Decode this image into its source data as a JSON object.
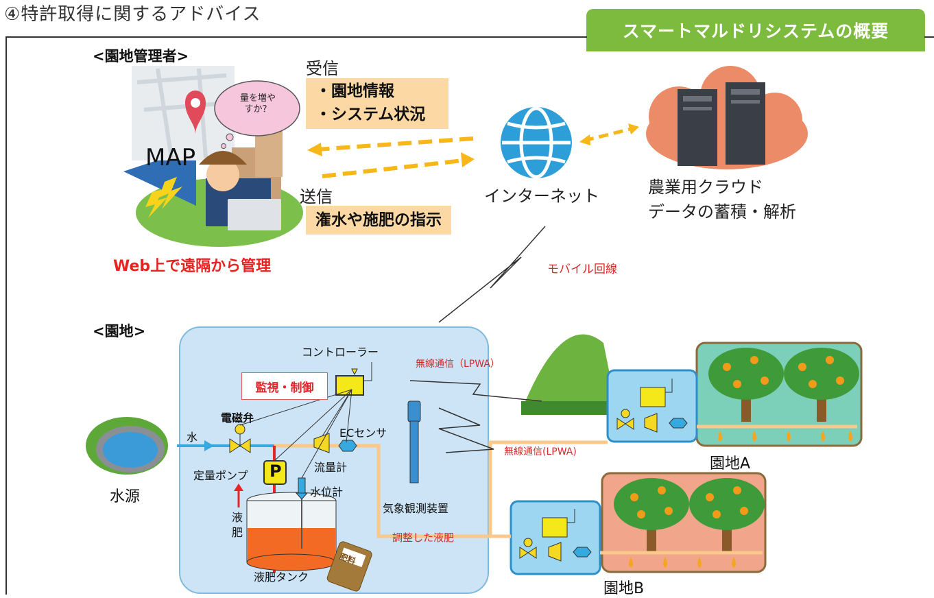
{
  "page_title": "④特許取得に関するアドバイス",
  "badge_title": "スマートマルドリシステムの概要",
  "manager": {
    "heading": "<園地管理者>",
    "map_label": "MAP",
    "thought_bubble": [
      "量を増や",
      "すか？"
    ],
    "caption": "Web上で遠隔から管理"
  },
  "receive": {
    "title": "受信",
    "items": [
      "・園地情報",
      "・システム状況"
    ]
  },
  "send": {
    "title": "送信",
    "item": "潅水や施肥の指示"
  },
  "internet_label": "インターネット",
  "cloud": {
    "line1": "農業用クラウド",
    "line2": "データの蓄積・解析"
  },
  "mobile_line_label": "モバイル回線",
  "field": {
    "heading": "<園地>",
    "controller": "コントローラー",
    "monitor_control": "監視・制御",
    "water_source": "水源",
    "water": "水",
    "solenoid_valve": "電磁弁",
    "ec_sensor": "ECセンサ",
    "flow_meter": "流量計",
    "metering_pump": "定量ポンプ",
    "pump_symbol": "P",
    "water_level": "水位計",
    "liquid_fertilizer_chars": [
      "液",
      "肥"
    ],
    "fertilizer_tank": "液肥タンク",
    "fertilizer_bag": "肥料",
    "weather_station": "気象観測装置",
    "adjusted_fertilizer": "調整した液肥",
    "wireless_1": "無線通信（LPWA）",
    "wireless_2": "無線通信(LPWA)",
    "orchard_a": "園地A",
    "orchard_b": "園地B"
  },
  "colors": {
    "badge_green": "#7dbb3e",
    "field_box_blue": "#cce4f5",
    "pipe_orange": "#f9c88a",
    "water_blue": "#37a9e1",
    "arrow_yellow": "#f7b718",
    "cloud_orange": "#ec8b67",
    "text_red": "#e8221f"
  }
}
